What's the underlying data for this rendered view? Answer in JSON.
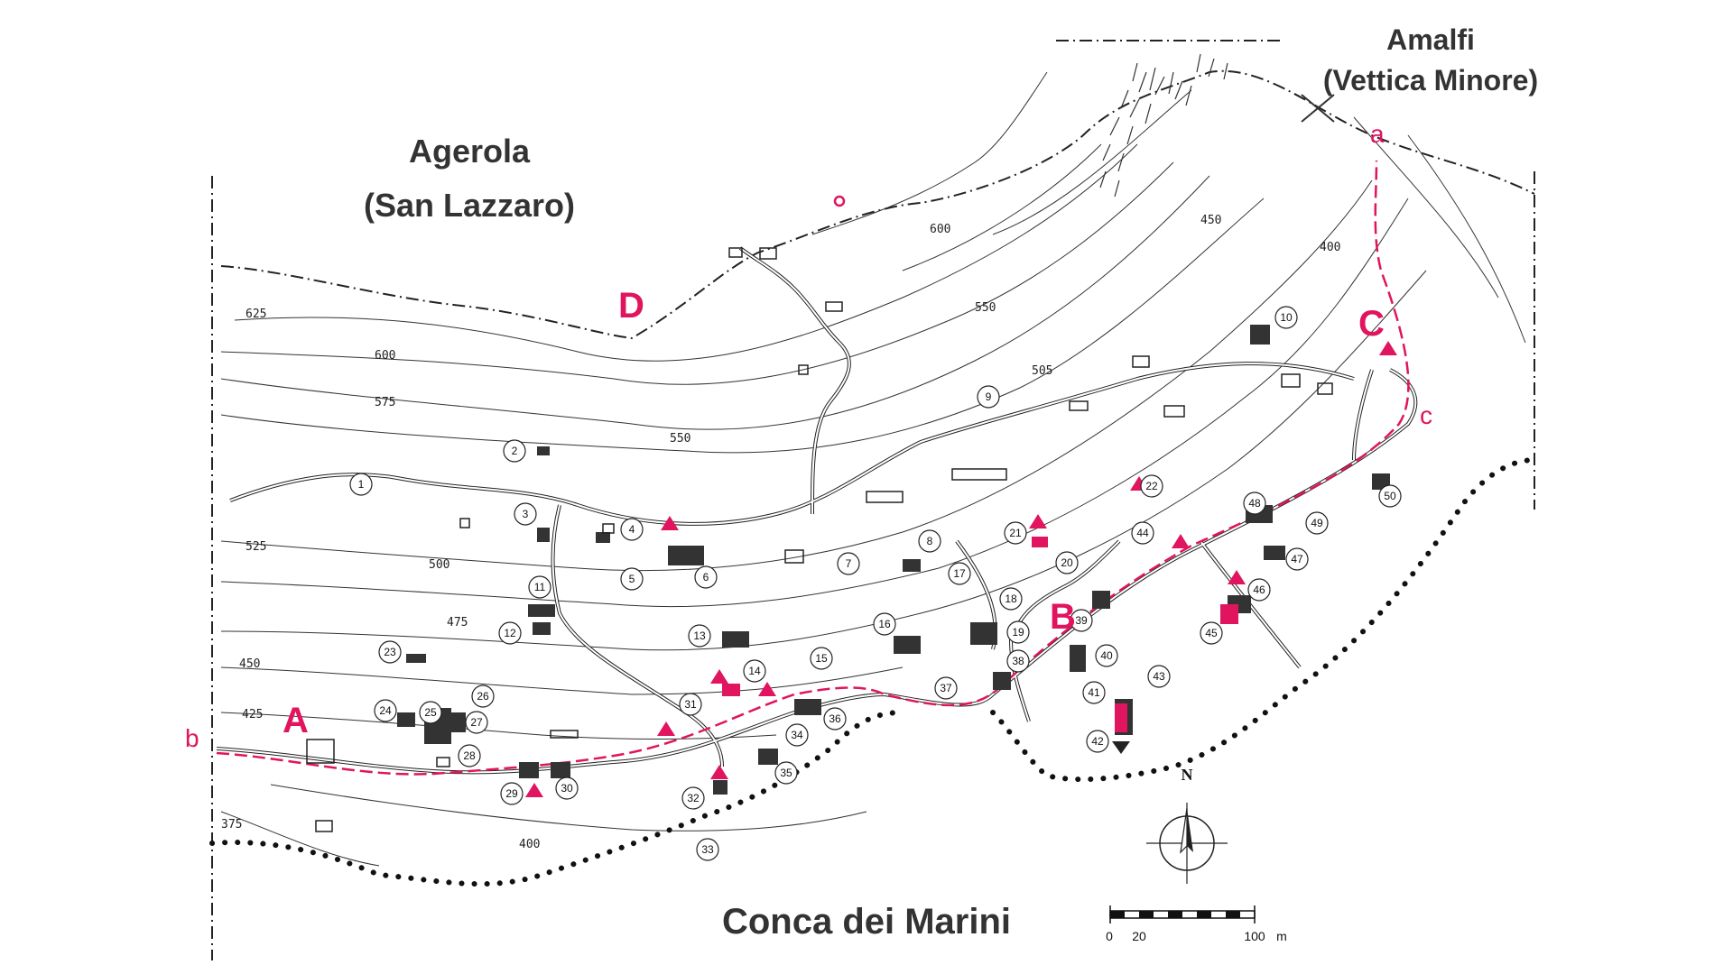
{
  "places": {
    "agerola": "Agerola",
    "agerola_sub": "(San Lazzaro)",
    "amalfi": "Amalfi",
    "amalfi_sub": "(Vettica Minore)",
    "conca": "Conca dei Marini"
  },
  "contours": [
    "625",
    "600",
    "575",
    "550",
    "525",
    "500",
    "475",
    "450",
    "425",
    "400",
    "375",
    "600",
    "550",
    "505",
    "450",
    "400"
  ],
  "markers": {
    "A": "A",
    "B": "B",
    "C": "C",
    "D": "D",
    "a": "a",
    "b": "b",
    "c": "c"
  },
  "numbers": [
    "1",
    "2",
    "3",
    "4",
    "5",
    "6",
    "7",
    "8",
    "9",
    "10",
    "11",
    "12",
    "13",
    "14",
    "15",
    "16",
    "17",
    "18",
    "19",
    "20",
    "21",
    "22",
    "23",
    "24",
    "25",
    "26",
    "27",
    "28",
    "29",
    "30",
    "31",
    "32",
    "33",
    "34",
    "35",
    "36",
    "37",
    "38",
    "39",
    "40",
    "41",
    "42",
    "43",
    "44",
    "45",
    "46",
    "47",
    "48",
    "49",
    "50"
  ],
  "compass": {
    "north": "N"
  },
  "scale": {
    "start": "0",
    "mid": "20",
    "end": "100",
    "unit": "m"
  },
  "colors": {
    "accent": "#e0145f",
    "ink": "#222222",
    "building": "#333333"
  }
}
